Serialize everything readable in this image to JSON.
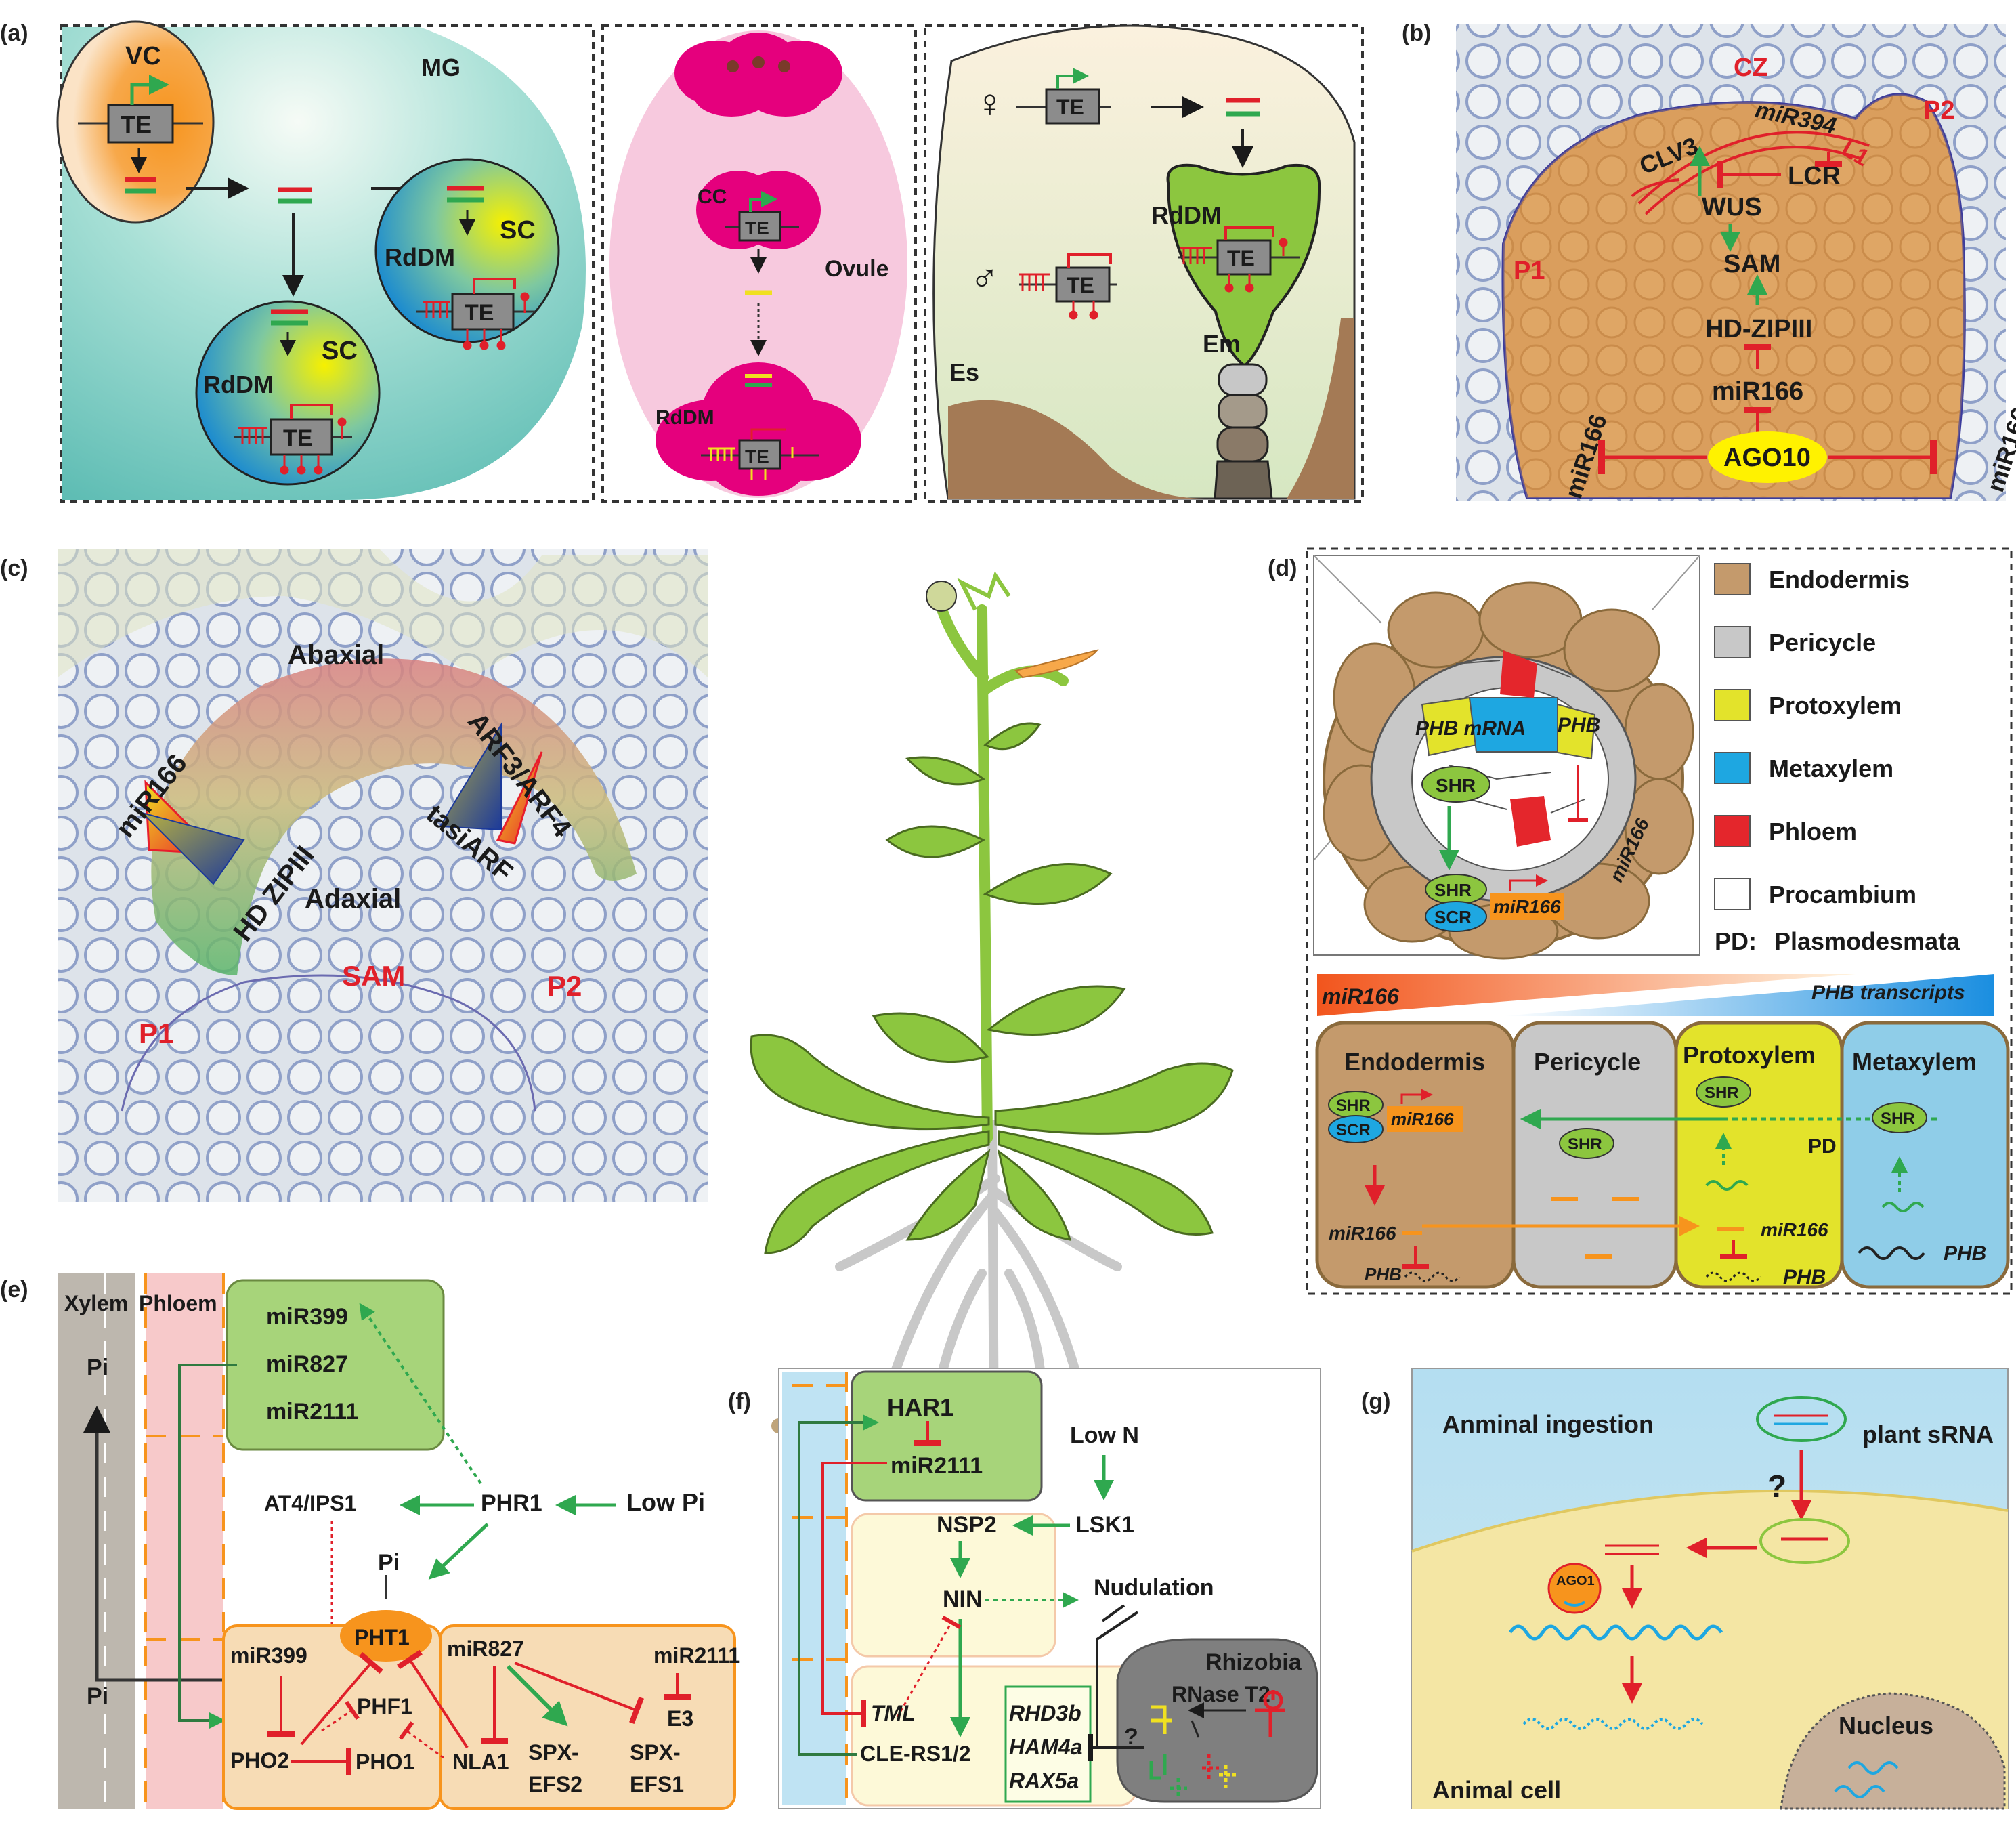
{
  "colors": {
    "red": "#e0202a",
    "green": "#2fa84f",
    "orange": "#f7941d",
    "teal": "#7fd0c9",
    "pink": "#f7c9de",
    "magenta": "#e5007d",
    "tissue": "#d9a066",
    "leafgreen": "#8cc63f"
  },
  "a": {
    "label": "(a)",
    "vc": "VC",
    "te": "TE",
    "mg": "MG",
    "sc": "SC",
    "rddm": "RdDM",
    "cc": "CC",
    "ovule": "Ovule",
    "female": "♀",
    "male": "♂",
    "em": "Em",
    "es": "Es"
  },
  "b": {
    "label": "(b)",
    "cz": "CZ",
    "mir394": "miR394",
    "p2": "P2",
    "clv3": "CLV3",
    "lcr": "LCR",
    "l1": "L1",
    "wus": "WUS",
    "sam": "SAM",
    "p1": "P1",
    "hdzip": "HD-ZIPIII",
    "mir166": "miR166",
    "ago10": "AGO10"
  },
  "c": {
    "label": "(c)",
    "abaxial": "Abaxial",
    "adaxial": "Adaxial",
    "mir166": "miR166",
    "hdzip": "HD ZIPIII",
    "arf": "ARF3/ARF4",
    "tasiarf": "tasiARF",
    "sam": "SAM",
    "p1": "P1",
    "p2": "P2"
  },
  "d": {
    "label": "(d)",
    "legend": [
      {
        "name": "Endodermis",
        "color": "#c49a6c"
      },
      {
        "name": "Pericycle",
        "color": "#c8c8c8"
      },
      {
        "name": "Protoxylem",
        "color": "#e3e32b"
      },
      {
        "name": "Metaxylem",
        "color": "#1ea7e1"
      },
      {
        "name": "Phloem",
        "color": "#e4262c"
      },
      {
        "name": "Procambium",
        "color": "#ffffff"
      }
    ],
    "pd_key": "PD:",
    "pd_val": "Plasmodesmata",
    "phb_mrna": "PHB mRNA",
    "phb": "PHB",
    "shr": "SHR",
    "scr": "SCR",
    "mir166": "miR166",
    "grad_left": "miR166",
    "grad_right": "PHB transcripts",
    "cols": [
      "Endodermis",
      "Pericycle",
      "Protoxylem",
      "Metaxylem"
    ],
    "pd": "PD"
  },
  "e": {
    "label": "(e)",
    "xylem": "Xylem",
    "phloem": "Phloem",
    "pi": "Pi",
    "mir399": "miR399",
    "mir827": "miR827",
    "mir2111": "miR2111",
    "at4": "AT4/IPS1",
    "phr1": "PHR1",
    "lowpi": "Low Pi",
    "pht1": "PHT1",
    "phf1": "PHF1",
    "pho2": "PHO2",
    "pho1": "PHO1",
    "nla1": "NLA1",
    "e3": "E3",
    "spx2a": "SPX-",
    "spx2b": "EFS2",
    "spx1a": "SPX-",
    "spx1b": "EFS1"
  },
  "f": {
    "label": "(f)",
    "har1": "HAR1",
    "mir2111": "miR2111",
    "lown": "Low N",
    "nsp2": "NSP2",
    "lsk1": "LSK1",
    "nin": "NIN",
    "nod": "Nudulation",
    "rhizobia": "Rhizobia",
    "rnase": "RNase T2",
    "tml": "TML",
    "cle": "CLE-RS1/2",
    "rhd": "RHD3b",
    "ham": "HAM4a",
    "rax": "RAX5a",
    "q": "?"
  },
  "g": {
    "label": "(g)",
    "ingestion": "Anminal ingestion",
    "plant": "plant sRNA",
    "q": "?",
    "ago1": "AGO1",
    "nucleus": "Nucleus",
    "cell": "Animal cell"
  }
}
